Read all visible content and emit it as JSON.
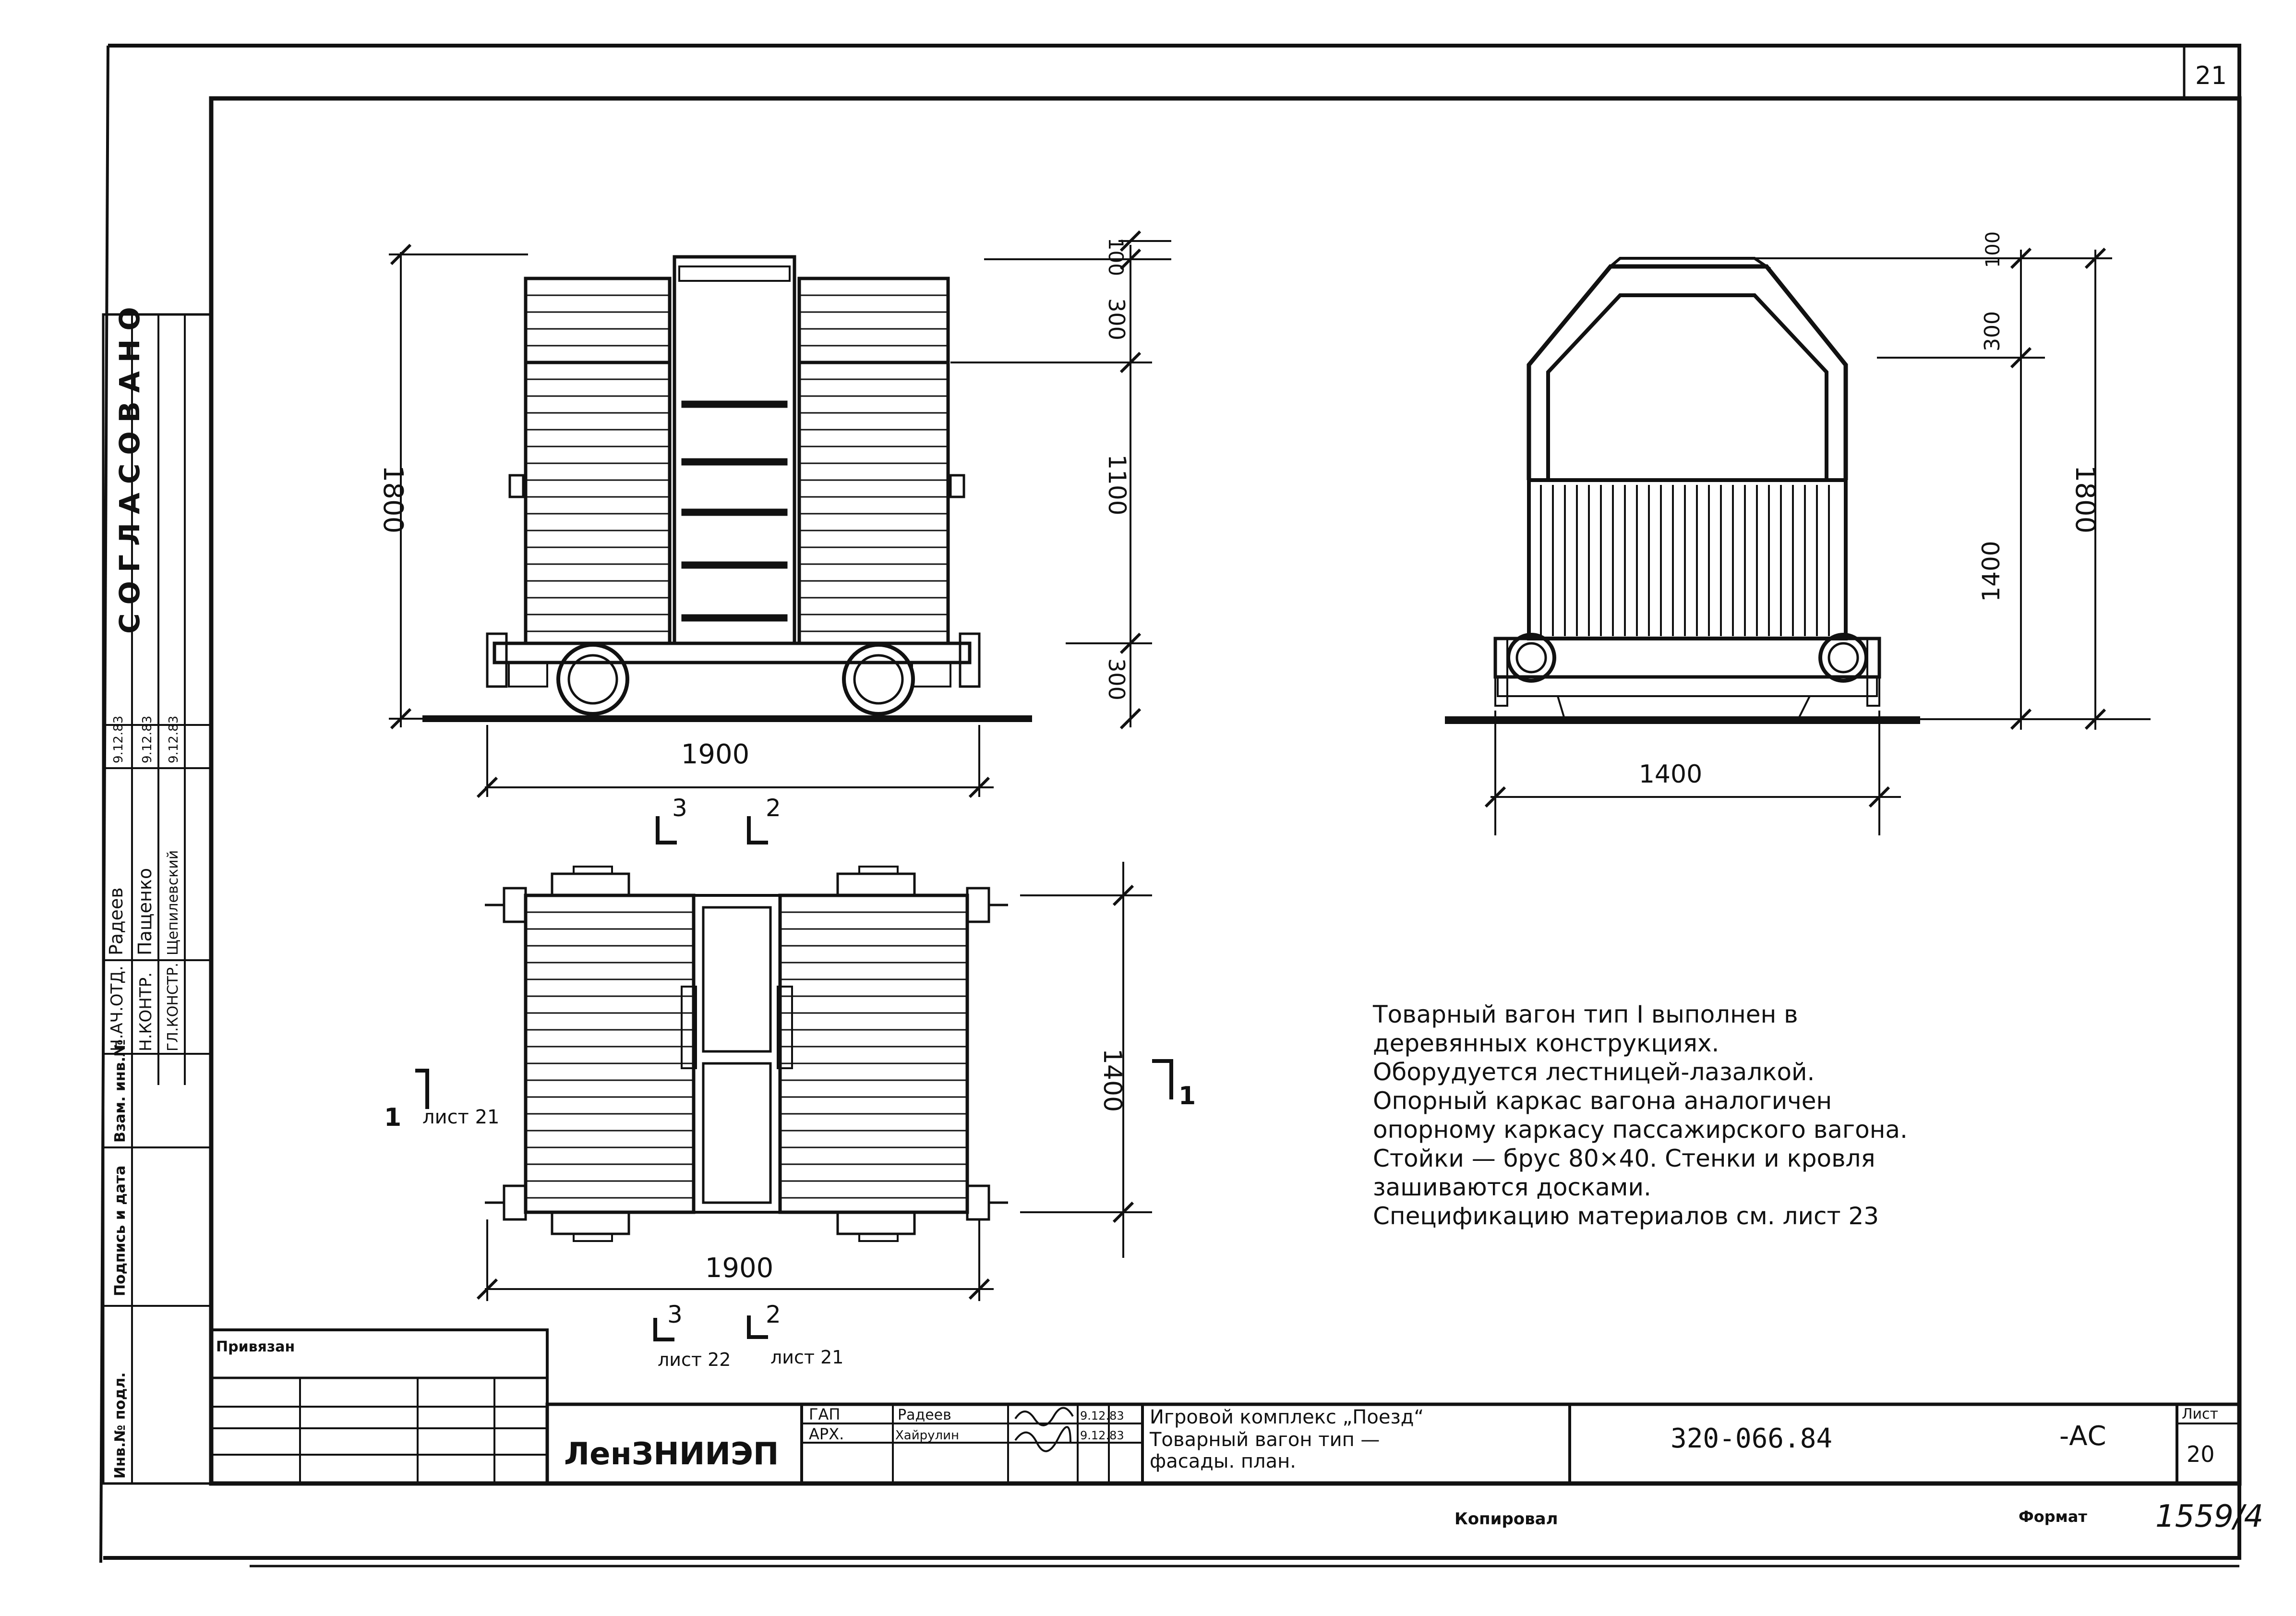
{
  "sheet": {
    "page_no": "21",
    "drawing_code": "320-066.84",
    "stage_code": "-АС",
    "sheet_label": "Лист",
    "sheet_no": "20",
    "organization": "ЛенЗНИИЭП",
    "title_lines": [
      "Игровой комплекс „Поезд“",
      "Товарный вагон тип —",
      "фасады. план."
    ],
    "copied_label": "Копировал",
    "format_label": "Формат",
    "format_value": "1559/4",
    "privyazan_label": "Привязан"
  },
  "stamp": {
    "approved_label": "СОГЛАСОВАНО",
    "rows": [
      {
        "role": "Н.АЧ.ОТД.",
        "name": "Радеев",
        "date": "9.12.83"
      },
      {
        "role": "Н.КОНТР.",
        "name": "Пащенко",
        "date": "9.12.83"
      },
      {
        "role": "ГЛ.КОНСТР.",
        "name": "Щепилевский",
        "date": "9.12.83"
      }
    ],
    "vertical_fields": [
      "Инв.№ подл.",
      "Подпись и дата",
      "Взам. инв.№"
    ]
  },
  "signatures": [
    {
      "role": "ГАП",
      "name": "Радеев",
      "date": "9.12.83"
    },
    {
      "role": "АРХ.",
      "name": "Хайрулин",
      "date": "9.12.83"
    }
  ],
  "side_view": {
    "dims_right": [
      "100",
      "300",
      "1100",
      "300"
    ],
    "height_total": "1800",
    "width": "1900"
  },
  "end_view": {
    "dims_right": [
      "100",
      "300",
      "1400"
    ],
    "height_total": "1800",
    "width": "1400"
  },
  "plan_view": {
    "width": "1900",
    "depth": "1400",
    "section_marks": [
      "3",
      "2",
      "1",
      "1"
    ],
    "section_refs": [
      "лист 21",
      "лист 22",
      "лист 21"
    ]
  },
  "notes": [
    "Товарный вагон тип I выполнен в",
    "деревянных конструкциях.",
    "Оборудуется лестницей-лазалкой.",
    "Опорный каркас вагона аналогичен",
    "опорному каркасу пассажирского вагона.",
    "Стойки — брус 80×40. Стенки и кровля",
    "зашиваются досками.",
    "Спецификацию материалов см. лист 23"
  ]
}
